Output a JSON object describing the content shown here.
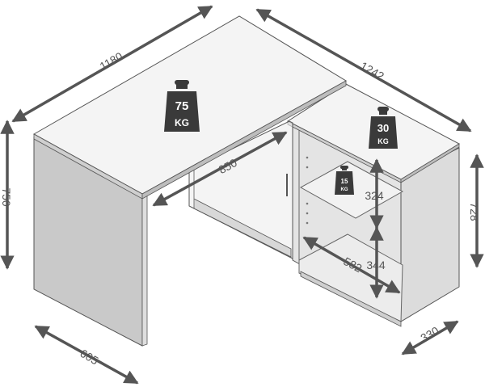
{
  "dimensions": {
    "top_width": "1180",
    "top_depth": "1242",
    "height_left": "750",
    "height_right": "728",
    "depth_left": "605",
    "depth_right": "330",
    "inner_diagonal": "850",
    "shelf_depth": "582",
    "upper_compartment": "324",
    "lower_compartment": "344"
  },
  "weights": {
    "desk_top": {
      "value": "75",
      "unit": "KG"
    },
    "cabinet_top": {
      "value": "30",
      "unit": "KG"
    },
    "shelf": {
      "value": "15",
      "unit": "KG"
    }
  },
  "colors": {
    "line": "#555555",
    "weight": "#3a3a3a",
    "panel_light": "#f4f4f4",
    "panel_mid": "#dedede",
    "panel_dark": "#c8c8c8"
  }
}
